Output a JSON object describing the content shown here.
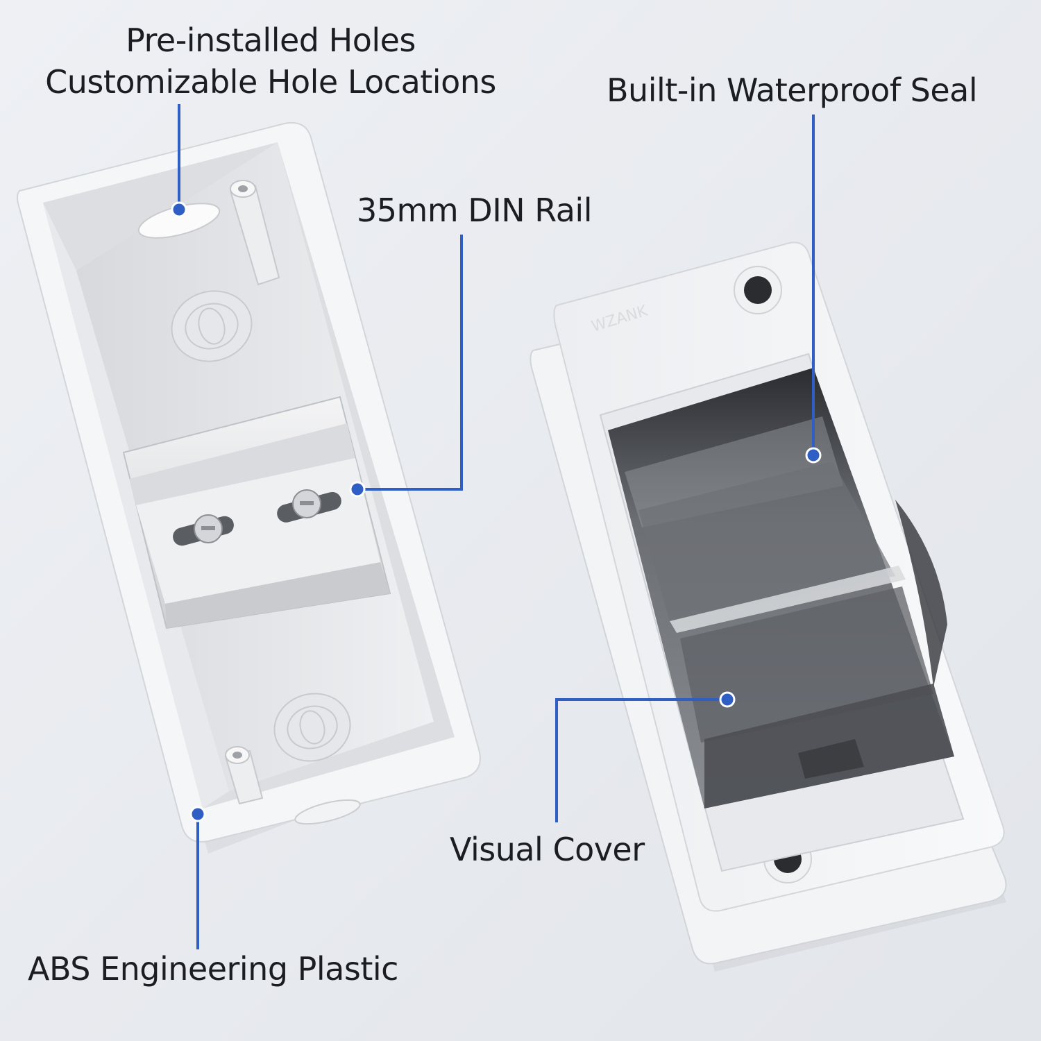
{
  "labels": {
    "pre_installed_holes": "Pre-installed Holes",
    "customizable_hole_locations": "Customizable Hole Locations",
    "din_rail": "35mm DIN Rail",
    "waterproof_seal": "Built-in Waterproof Seal",
    "visual_cover": "Visual Cover",
    "abs_plastic": "ABS Engineering Plastic"
  },
  "colors": {
    "background": "#e8ebf0",
    "callout_line": "#2f5fc4",
    "label_text": "#1b1d22"
  }
}
